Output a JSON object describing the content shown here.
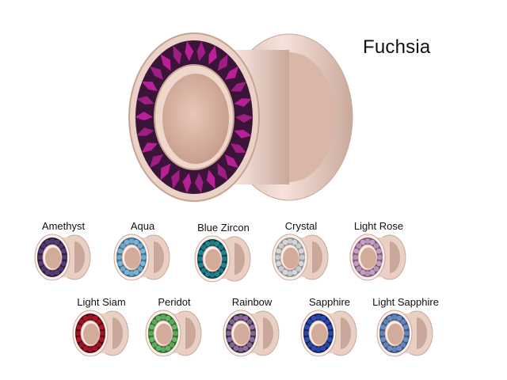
{
  "featured": {
    "label": "Fuchsia",
    "color": "#c0219c",
    "dark": "#3a1538"
  },
  "metal": {
    "color": "#e9cfc4",
    "shadow": "#c9a89b",
    "highlight": "#fbeee8"
  },
  "variants": [
    {
      "label": "Amethyst",
      "color": "#5a3f7a",
      "dark": "#2a1b38"
    },
    {
      "label": "Aqua",
      "color": "#7fb6d6",
      "dark": "#3a6a8a"
    },
    {
      "label": "Blue Zircon",
      "color": "#1f8a9a",
      "dark": "#0b3a44"
    },
    {
      "label": "Crystal",
      "color": "#d9dcde",
      "dark": "#8e9296"
    },
    {
      "label": "Light Rose",
      "color": "#c8a2c8",
      "dark": "#7a5878"
    },
    {
      "label": "Light Siam",
      "color": "#b0162b",
      "dark": "#4a0810"
    },
    {
      "label": "Peridot",
      "color": "#6ab86a",
      "dark": "#2e6a2e"
    },
    {
      "label": "Rainbow",
      "color": "#9a6fa8",
      "dark": "#2b2b3a"
    },
    {
      "label": "Sapphire",
      "color": "#2f4fb8",
      "dark": "#101e58"
    },
    {
      "label": "Light Sapphire",
      "color": "#6f90c4",
      "dark": "#34507e"
    }
  ]
}
